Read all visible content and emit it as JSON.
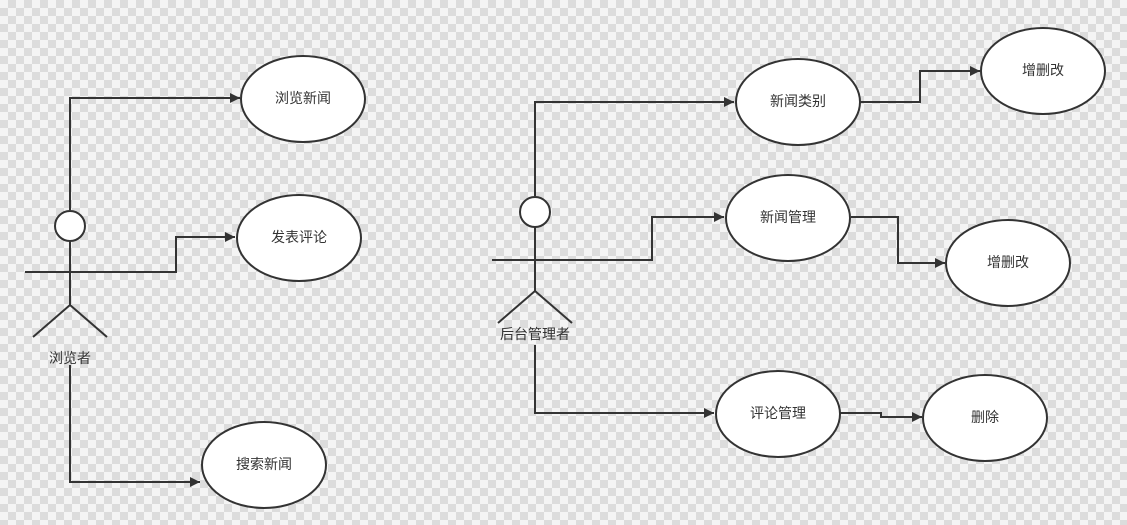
{
  "diagram": {
    "line_color": "#333333",
    "ellipse_fill": "#ffffff",
    "actors": [
      {
        "id": "viewer",
        "label": "浏览者"
      },
      {
        "id": "admin",
        "label": "后台管理者"
      }
    ],
    "use_cases": [
      {
        "id": "browse",
        "label": "浏览新闻"
      },
      {
        "id": "comment",
        "label": "发表评论"
      },
      {
        "id": "search",
        "label": "搜索新闻"
      },
      {
        "id": "category",
        "label": "新闻类别"
      },
      {
        "id": "cat_crud",
        "label": "增删改"
      },
      {
        "id": "newsmgr",
        "label": "新闻管理"
      },
      {
        "id": "news_crud",
        "label": "增删改"
      },
      {
        "id": "commentmgr",
        "label": "评论管理"
      },
      {
        "id": "delete",
        "label": "删除"
      }
    ],
    "connections": [
      {
        "from": "viewer",
        "to": "browse"
      },
      {
        "from": "viewer",
        "to": "comment"
      },
      {
        "from": "viewer",
        "to": "search"
      },
      {
        "from": "admin",
        "to": "category"
      },
      {
        "from": "admin",
        "to": "newsmgr"
      },
      {
        "from": "admin",
        "to": "commentmgr"
      },
      {
        "from": "category",
        "to": "cat_crud"
      },
      {
        "from": "newsmgr",
        "to": "news_crud"
      },
      {
        "from": "commentmgr",
        "to": "delete"
      }
    ]
  }
}
